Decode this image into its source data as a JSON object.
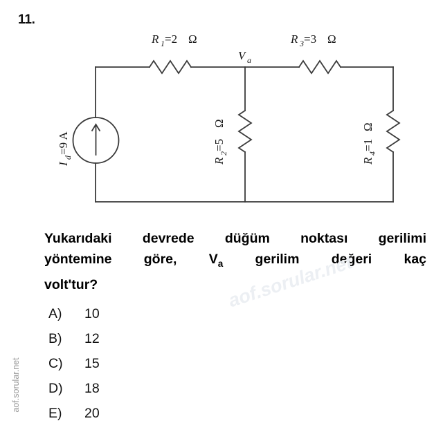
{
  "question": {
    "number": "11.",
    "text_lines": [
      "Yukarıdaki devrede düğüm noktası gerilimi",
      "yöntemine göre,  gerilim değeri kaç",
      "volt'tur?"
    ],
    "text_full": "Yukarıdaki devrede düğüm noktası gerilimi yöntemine göre, Va gerilim değeri kaç volt'tur?",
    "inline_symbol": "V",
    "inline_symbol_sub": "a"
  },
  "options": [
    {
      "letter": "A)",
      "value": "10"
    },
    {
      "letter": "B)",
      "value": "12"
    },
    {
      "letter": "C)",
      "value": "15"
    },
    {
      "letter": "D)",
      "value": "18"
    },
    {
      "letter": "E)",
      "value": "20"
    }
  ],
  "circuit": {
    "node_label": {
      "symbol": "V",
      "sub": "a"
    },
    "source": {
      "symbol": "I",
      "sub": "d",
      "equals": "=9 A",
      "full": "Id=9 A",
      "type": "current-source"
    },
    "resistors": [
      {
        "symbol": "R",
        "sub": "1",
        "value": "=2",
        "unit": "Ω",
        "full": "R1=2 Ω",
        "orientation": "horizontal"
      },
      {
        "symbol": "R",
        "sub": "2",
        "value": "=5",
        "unit": "Ω",
        "full": "R2=5 Ω",
        "orientation": "vertical"
      },
      {
        "symbol": "R",
        "sub": "3",
        "value": "=3",
        "unit": "Ω",
        "full": "R3=3 Ω",
        "orientation": "horizontal"
      },
      {
        "symbol": "R",
        "sub": "4",
        "value": "=1",
        "unit": "Ω",
        "full": "R4=1 Ω",
        "orientation": "vertical"
      }
    ]
  },
  "watermarks": {
    "diagonal": "aof.sorular.net",
    "vertical": "aof.sorular.net"
  },
  "colors": {
    "ink": "#111111",
    "wire": "#3a3a3a",
    "watermark_light": "#eceff3",
    "watermark_gray": "#9a9a9a",
    "background": "#ffffff"
  }
}
